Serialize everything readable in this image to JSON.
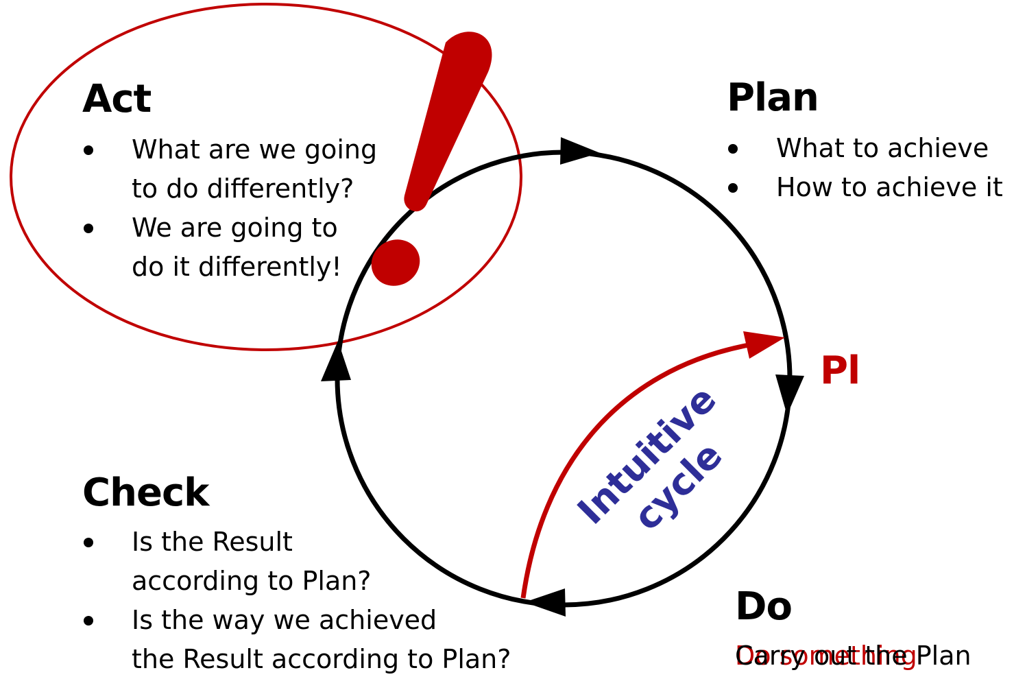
{
  "colors": {
    "cycle": "#000000",
    "accent_red": "#c00000",
    "intuitive_blue": "#2e2e98"
  },
  "act": {
    "heading": "Act",
    "bullets": [
      [
        "What are we going",
        "to do differently?"
      ],
      [
        "We are going to",
        "do it differently!"
      ]
    ]
  },
  "plan": {
    "heading": "Plan",
    "bullets": [
      "What to achieve",
      "How to achieve it"
    ]
  },
  "check": {
    "heading": "Check",
    "bullets": [
      [
        "Is the Result",
        "according to Plan?"
      ],
      [
        "Is the way we achieved",
        "the Result according to Plan?"
      ]
    ]
  },
  "do": {
    "heading": "Do",
    "text_black": "Carry out the Plan",
    "text_red": "Do something"
  },
  "partial_plan_label": "Pl",
  "intuitive": {
    "line1": "Intuitive",
    "line2": "cycle"
  },
  "icons": {
    "exclamation": "exclamation-icon"
  }
}
